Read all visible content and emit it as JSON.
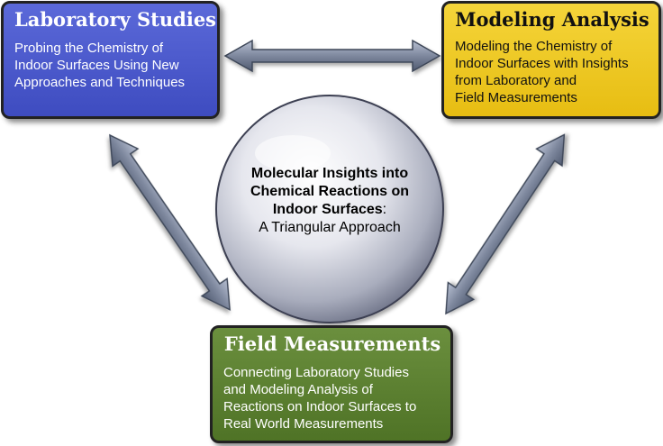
{
  "lab": {
    "title": "Laboratory Studies",
    "body": "Probing the Chemistry of\nIndoor Surfaces Using New\nApproaches and Techniques"
  },
  "model": {
    "title": "Modeling Analysis",
    "body": "Modeling the Chemistry of\nIndoor Surfaces with Insights\nfrom Laboratory and\nField Measurements"
  },
  "field": {
    "title": "Field Measurements",
    "body": "Connecting Laboratory Studies\nand Modeling Analysis of\nReactions on Indoor Surfaces to\nReal World Measurements"
  },
  "center": {
    "line1": "Molecular Insights into",
    "line2": "Chemical Reactions on",
    "line3_bold": "Indoor Surfaces",
    "line3_rest": ":",
    "line4": "A Triangular Approach"
  },
  "colors": {
    "lab": "#4a58cc",
    "model": "#eec524",
    "field": "#5e8132",
    "arrow": "#8791a6",
    "sphere": "#c9ccd8"
  }
}
